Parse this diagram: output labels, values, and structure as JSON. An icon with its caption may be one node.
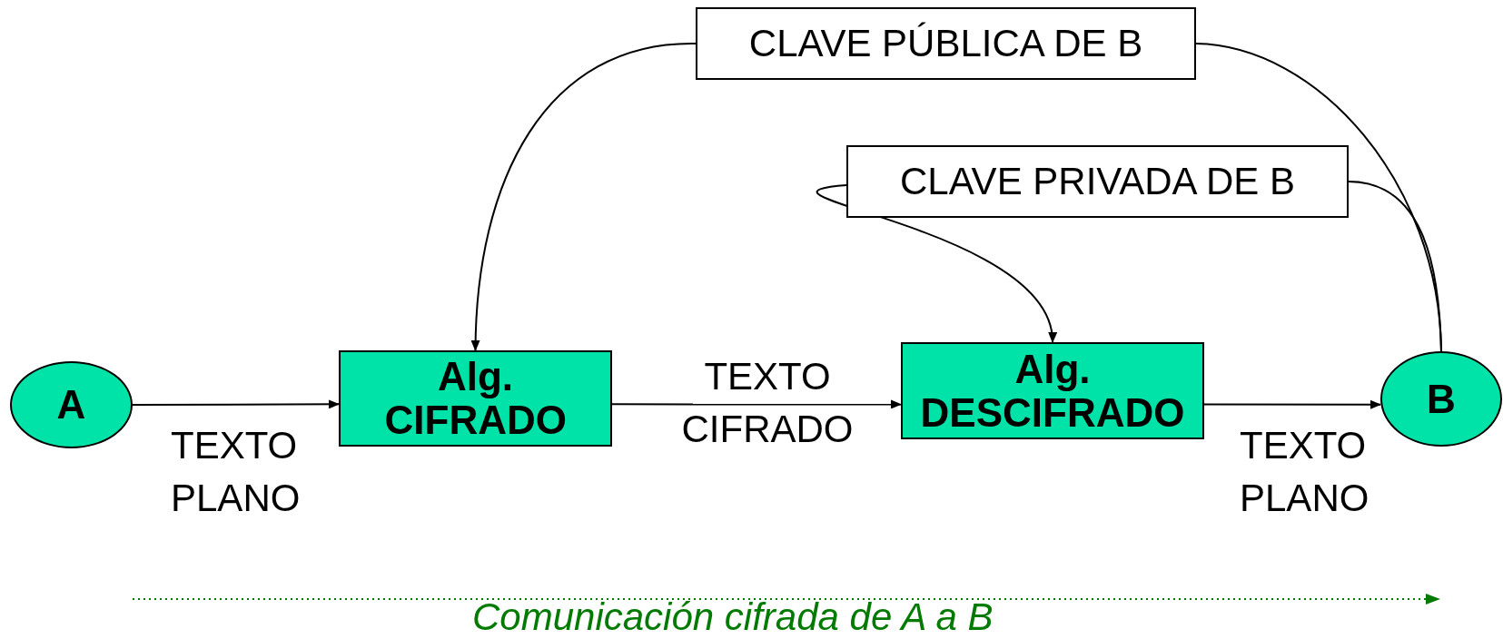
{
  "diagram": {
    "nodes": [
      {
        "text": [
          "CLAVE PÚBLICA DE B"
        ]
      },
      {
        "text": [
          "CLAVE PRIVADA DE B"
        ]
      },
      {
        "text": [
          "A"
        ]
      },
      {
        "text": [
          "Alg. CIFRADO"
        ]
      },
      {
        "text": [
          "Alg. DESCIFRADO"
        ]
      },
      {
        "text": [
          "B"
        ]
      }
    ],
    "edges": [
      {
        "from": 2,
        "to": 3,
        "arrow": "to",
        "label": "TEXTO PLANO"
      },
      {
        "from": 3,
        "to": 4,
        "arrow": "to",
        "label": "TEXTO CIFRADO"
      },
      {
        "from": 4,
        "to": 5,
        "arrow": "to",
        "label": "TEXTO PLANO"
      },
      {
        "from": 0,
        "to": 3,
        "arrow": "to"
      },
      {
        "from": 1,
        "to": 4,
        "arrow": "to"
      },
      {
        "from": 5,
        "to": 0,
        "arrow": "none"
      },
      {
        "from": 5,
        "to": 1,
        "arrow": "none"
      }
    ],
    "labels": [
      "Comunicación cifrada de A a B"
    ]
  }
}
